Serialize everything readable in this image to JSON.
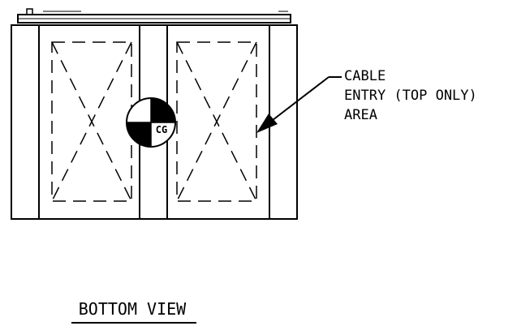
{
  "callout": {
    "line1": "CABLE",
    "line2": "ENTRY (TOP ONLY)",
    "line3": "AREA"
  },
  "cg_mark": "CG",
  "view_title": "BOTTOM VIEW",
  "colors": {
    "ink": "#000000",
    "paper": "#ffffff"
  }
}
